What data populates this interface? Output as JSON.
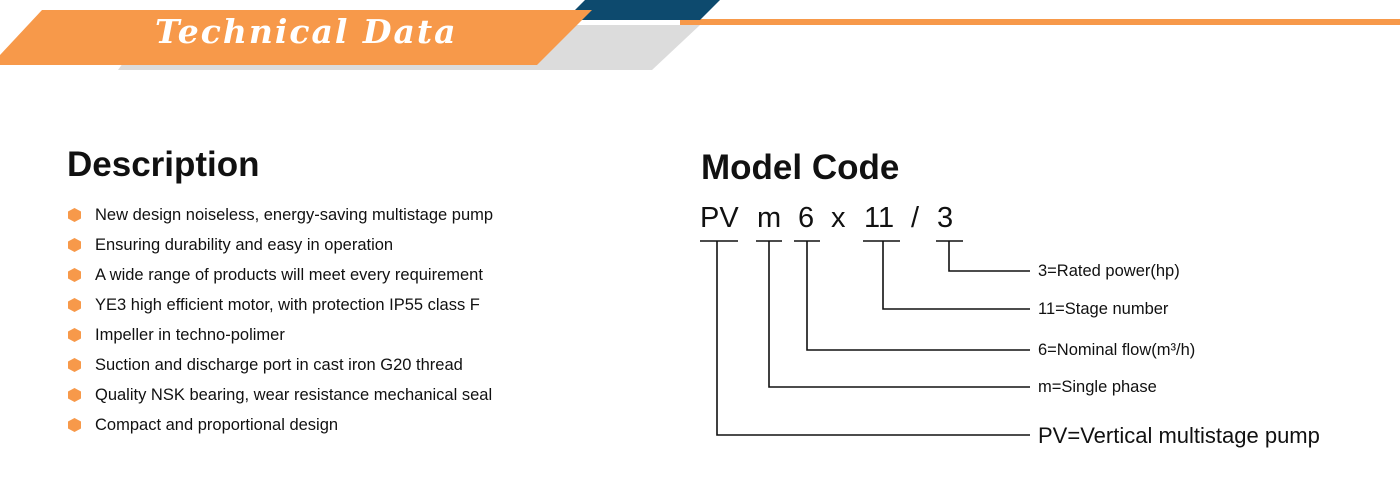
{
  "banner": {
    "title": "Technical Data",
    "colors": {
      "orange": "#F7994A",
      "navy": "#0D4A6E",
      "gray": "#DCDCDC"
    }
  },
  "description": {
    "title": "Description",
    "bullet_icon": "hexagon-bullet-icon",
    "bullet_color": "#F7994A",
    "items": [
      "New design noiseless, energy-saving multistage pump",
      "Ensuring durability and easy in operation",
      "A wide range of products will meet every requirement",
      "YE3 high efficient motor, with protection IP55 class F",
      "Impeller in techno-polimer",
      "Suction and discharge port in cast iron G20 thread",
      "Quality NSK bearing, wear resistance mechanical seal",
      "Compact and proportional design"
    ]
  },
  "model_code": {
    "title": "Model Code",
    "segments": [
      "PV",
      "m",
      "6",
      "x",
      "11",
      "/",
      "3"
    ],
    "legend": [
      "3=Rated power(hp)",
      "11=Stage number",
      "6=Nominal flow(m³/h)",
      "m=Single phase",
      "PV=Vertical multistage pump"
    ]
  }
}
